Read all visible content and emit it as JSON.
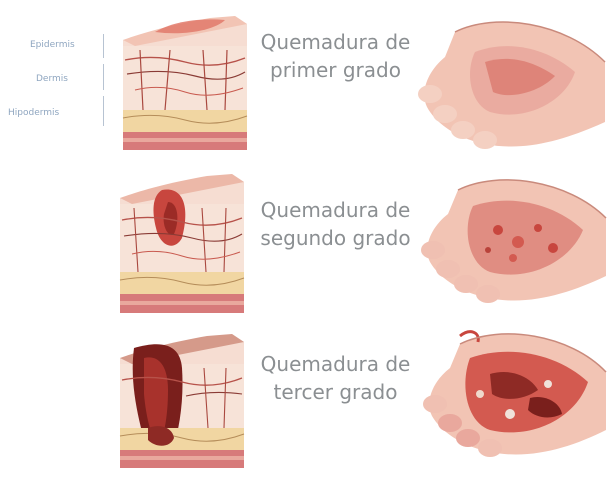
{
  "layer_labels": {
    "epidermis": "Epidermis",
    "dermis": "Dermis",
    "hypodermis": "Hipodermis"
  },
  "burns": [
    {
      "line1": "Quemadura de",
      "line2": "primer grado"
    },
    {
      "line1": "Quemadura de",
      "line2": "segundo grado"
    },
    {
      "line1": "Quemadura de",
      "line2": "tercer grado"
    }
  ],
  "colors": {
    "skin_surface": "#f2c4b4",
    "skin_pink": "#e9a89d",
    "burn_red": "#c8463e",
    "deep_burn": "#7a1f1c",
    "fat_yellow": "#f1d6a2",
    "muscle": "#d77a7a",
    "label_text": "#8b8f92",
    "layer_label_text": "#8fa6c0"
  }
}
